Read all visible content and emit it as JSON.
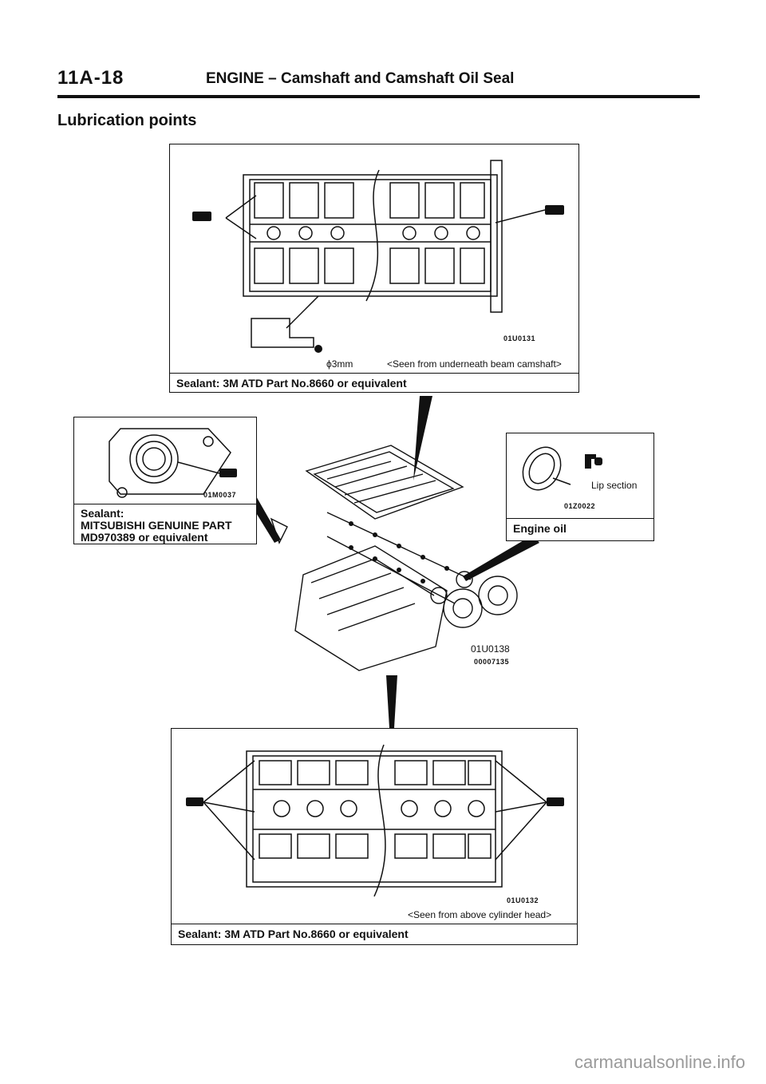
{
  "header": {
    "page_number": "11A-18",
    "title": "ENGINE – Camshaft and Camshaft Oil Seal"
  },
  "section_title": "Lubrication points",
  "top_figure": {
    "code": "01U0131",
    "diameter_label": "ϕ3mm",
    "view_note": "<Seen from underneath beam camshaft>",
    "caption": "Sealant: 3M ATD Part No.8660 or equivalent"
  },
  "left_figure": {
    "code": "01M0037",
    "caption_lines": [
      "Sealant:",
      "MITSUBISHI GENUINE PART",
      "MD970389 or equivalent"
    ]
  },
  "right_figure": {
    "lip_label": "Lip section",
    "code": "01Z0022",
    "caption": "Engine oil"
  },
  "center_figure": {
    "code": "01U0138",
    "code2": "00007135"
  },
  "bottom_figure": {
    "code": "01U0132",
    "view_note": "<Seen from above cylinder head>",
    "caption": "Sealant: 3M ATD Part No.8660 or equivalent"
  },
  "watermark": "carmanualsonline.info"
}
